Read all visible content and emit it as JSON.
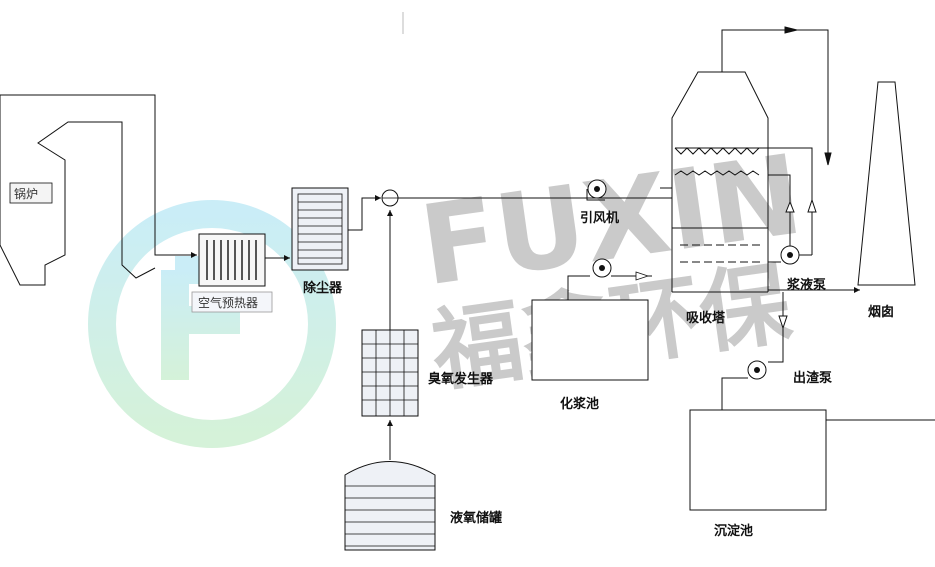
{
  "labels": {
    "boiler": "锅炉",
    "air_preheater": "空气预热器",
    "dust_collector": "除尘器",
    "ozone_generator": "臭氧发生器",
    "liquid_oxygen_tank": "液氧储罐",
    "induced_draft_fan": "引风机",
    "slurry_tank": "化浆池",
    "absorption_tower": "吸收塔",
    "slurry_pump": "浆液泵",
    "chimney": "烟囱",
    "slag_pump": "出渣泵",
    "settling_tank": "沉淀池"
  },
  "watermark": {
    "latin": "FUXIN",
    "chinese": "福鑫环保",
    "color_gray": "#8c8c8c",
    "color_blue": "#5ec8e6",
    "color_green": "#7fd68a"
  },
  "colors": {
    "line": "#1a1a1a",
    "fill_light": "#eef1f6"
  }
}
